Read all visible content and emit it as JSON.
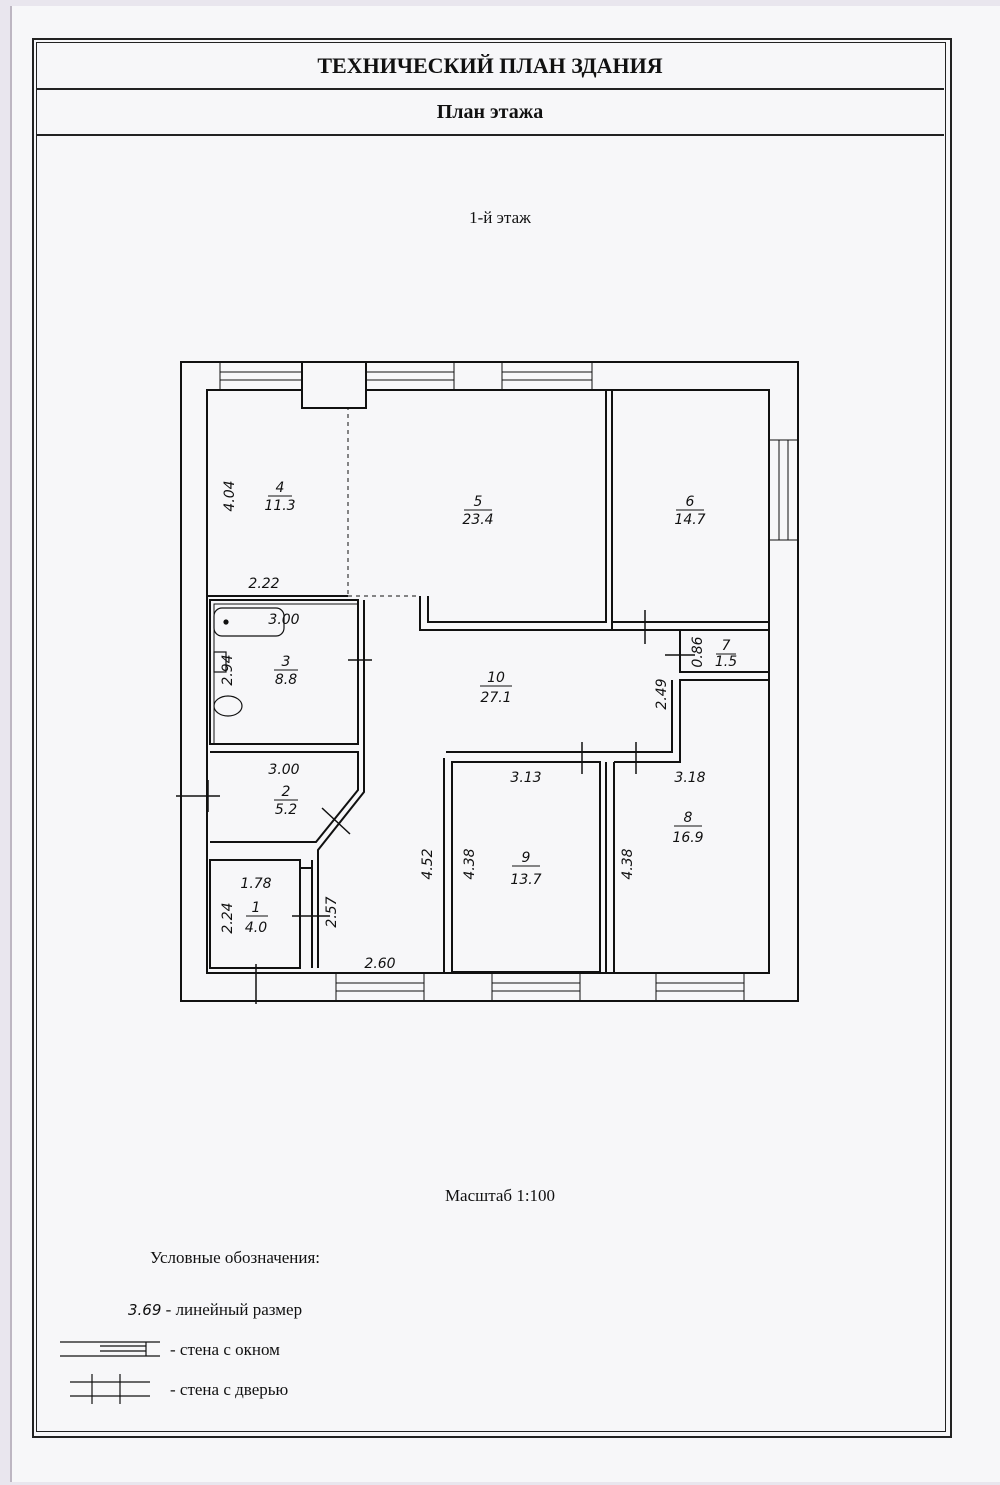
{
  "header": {
    "title": "ТЕХНИЧЕСКИЙ ПЛАН ЗДАНИЯ",
    "subtitle": "План этажа"
  },
  "floor_label": "1-й этаж",
  "rooms": [
    {
      "number": "1",
      "area": "4.0"
    },
    {
      "number": "2",
      "area": "5.2"
    },
    {
      "number": "3",
      "area": "8.8"
    },
    {
      "number": "4",
      "area": "11.3"
    },
    {
      "number": "5",
      "area": "23.4"
    },
    {
      "number": "6",
      "area": "14.7"
    },
    {
      "number": "7",
      "area": "1.5"
    },
    {
      "number": "8",
      "area": "16.9"
    },
    {
      "number": "9",
      "area": "13.7"
    },
    {
      "number": "10",
      "area": "27.1"
    }
  ],
  "dimensions": {
    "d404": "4.04",
    "d222": "2.22",
    "d300a": "3.00",
    "d294": "2.94",
    "d300b": "3.00",
    "d178": "1.78",
    "d224": "2.24",
    "d257": "2.57",
    "d260": "2.60",
    "d452": "4.52",
    "d438a": "4.38",
    "d313": "3.13",
    "d318": "3.18",
    "d438b": "4.38",
    "d249": "2.49",
    "d086": "0.86"
  },
  "scale": "Масштаб 1:100",
  "legend": {
    "title": "Условные обозначения:",
    "sample_dim": "3.69",
    "linear": "- линейный размер",
    "window": "- стена с окном",
    "door": "- стена с дверью"
  }
}
